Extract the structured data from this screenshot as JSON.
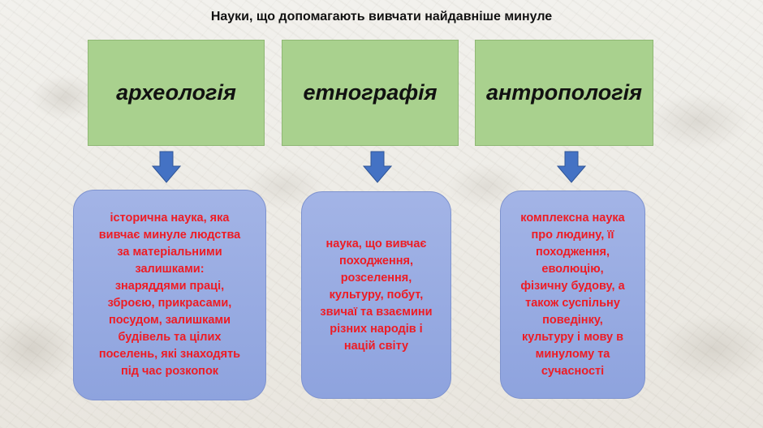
{
  "title": "Науки, що допомагають вивчати найдавніше минуле",
  "sciences": [
    {
      "name": "археологія",
      "description": "історична наука, яка\nвивчає минуле людства\nза матеріальними\nзалишками:\nзнаряддями праці,\nзброєю, прикрасами,\nпосудом, залишками\nбудівель та цілих\nпоселень, які знаходять\nпід час розкопок"
    },
    {
      "name": "етнографія",
      "description": "наука, що вивчає\nпоходження,\nрозселення,\nкультуру, побут,\nзвичаї та взаємини\nрізних народів і\nнацій світу"
    },
    {
      "name": "антропологія",
      "description": "комплексна наука\nпро людину, її\nпоходження,\nеволюцію,\nфізичну будову, а\nтакож суспільну\nповедінку,\nкультуру і мову в\nминулому та\nсучасності"
    }
  ],
  "colors": {
    "header_box": "#a9d18e",
    "description_box": "#8ea3de",
    "description_text": "#ee1c24",
    "arrow": "#4472c4"
  }
}
